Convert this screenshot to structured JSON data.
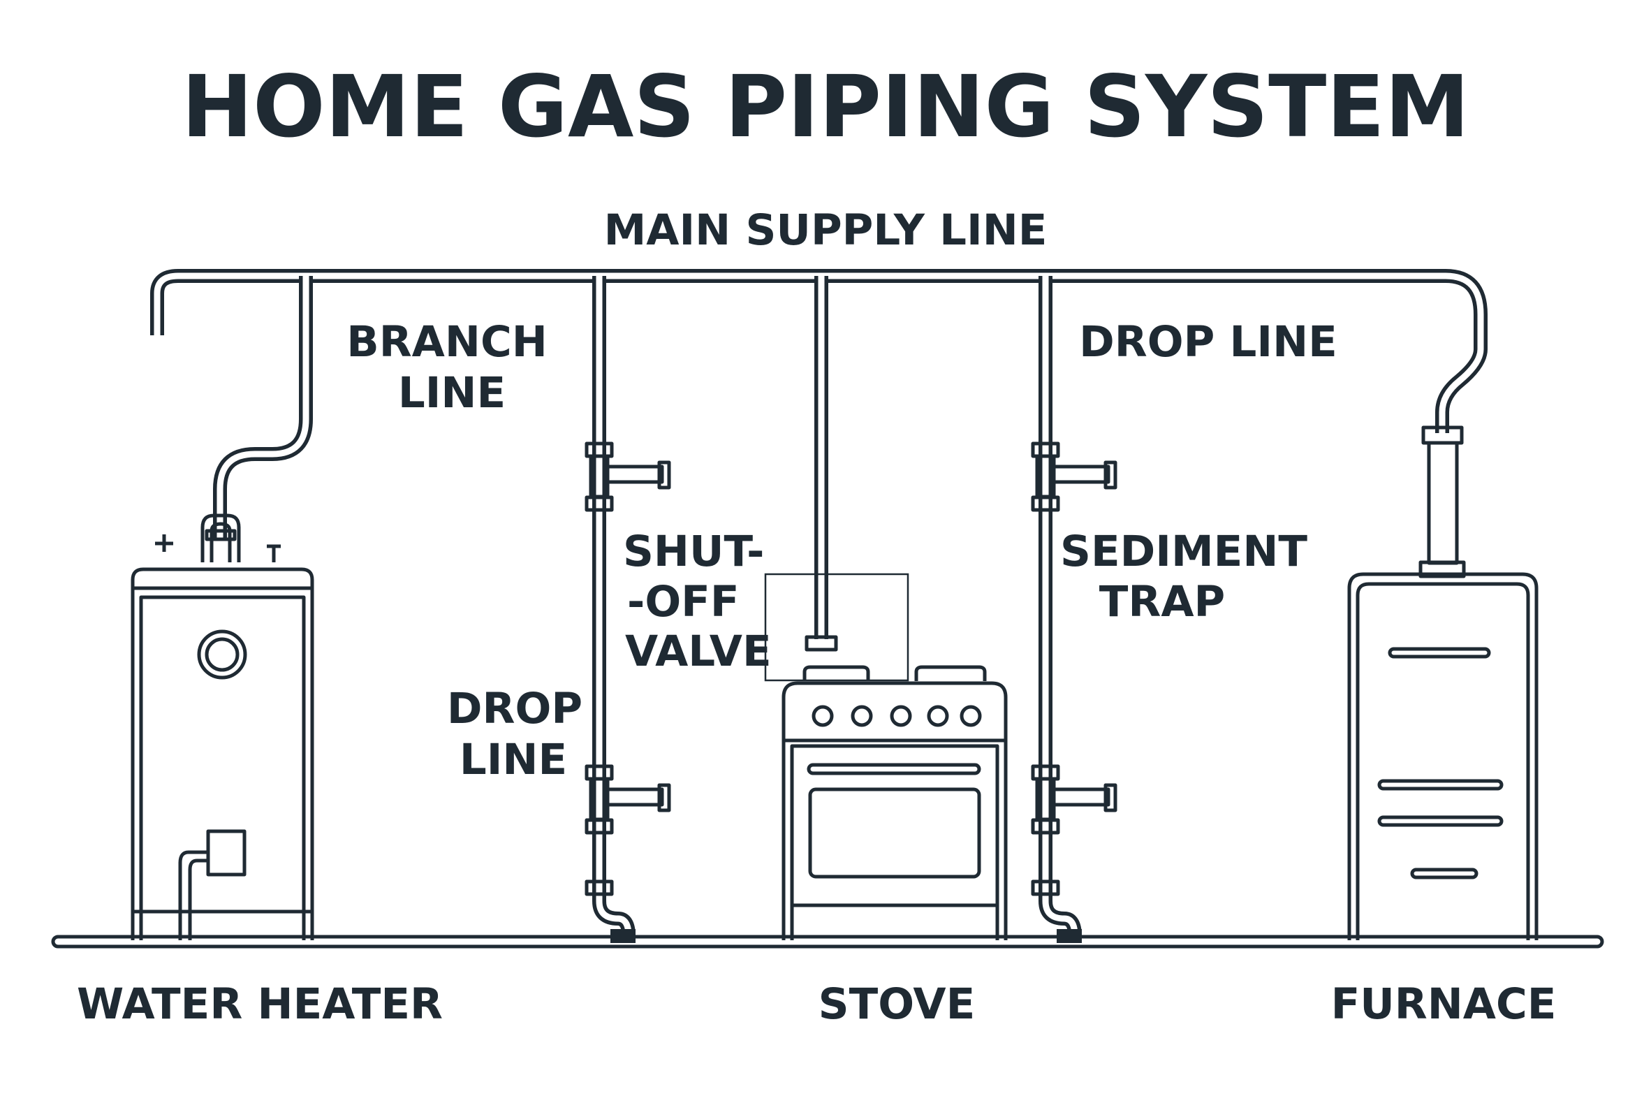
{
  "title": "HOME GAS PIPING SYSTEM",
  "labels": {
    "main_supply_line": "MAIN SUPPLY LINE",
    "branch_line_1": "BRANCH",
    "branch_line_2": "LINE",
    "drop_line_left_1": "DROP",
    "drop_line_left_2": "LINE",
    "shutoff_valve_1": "SHUT-",
    "shutoff_valve_2": "-OFF",
    "shutoff_valve_3": "VALVE",
    "drop_line_right": "DROP LINE",
    "sediment_trap_1": "SEDIMENT",
    "sediment_trap_2": "TRAP"
  },
  "appliances": {
    "water_heater": "WATER HEATER",
    "stove": "STOVE",
    "furnace": "FURNACE"
  },
  "colors": {
    "line": "#1f2a33",
    "background": "#ffffff"
  }
}
